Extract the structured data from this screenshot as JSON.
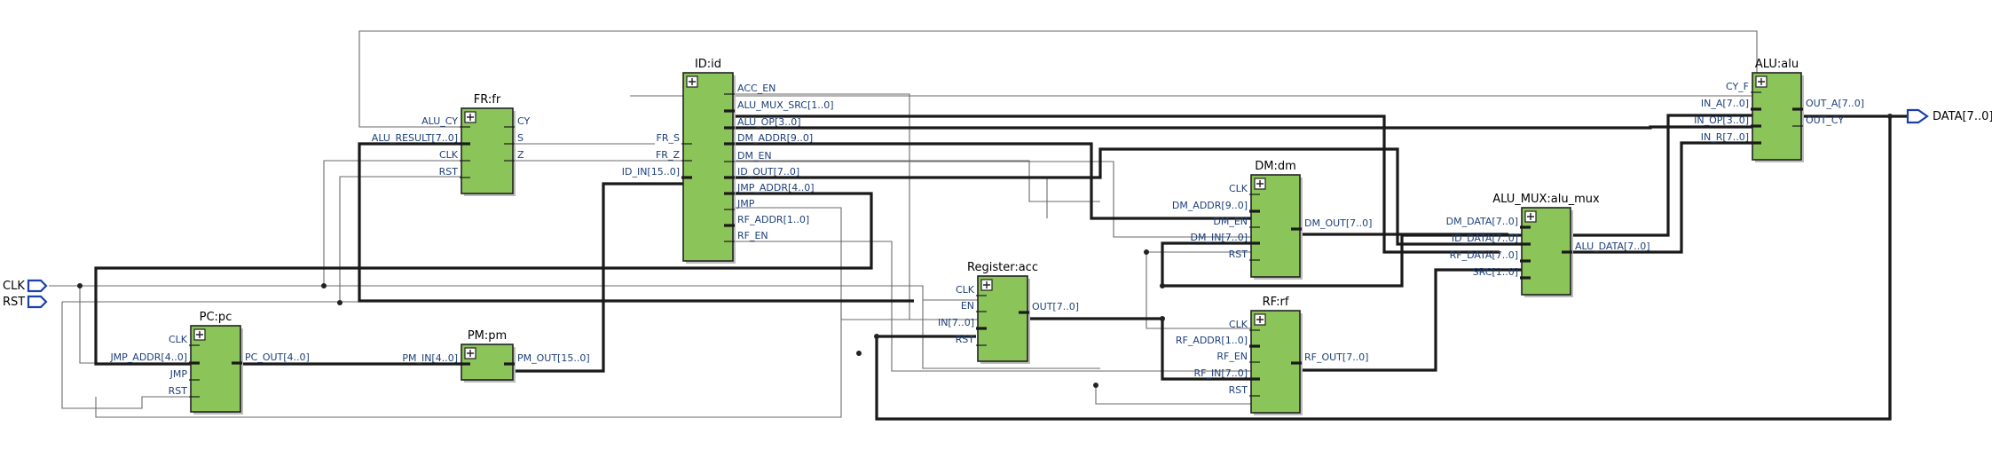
{
  "io": {
    "clk": "CLK",
    "rst": "RST",
    "data": "DATA[7..0]"
  },
  "blocks": {
    "fr": {
      "title": "FR:fr",
      "inputs": [
        "ALU_CY",
        "ALU_RESULT[7..0]",
        "CLK",
        "RST"
      ],
      "outputs": [
        "CY",
        "S",
        "Z"
      ]
    },
    "id": {
      "title": "ID:id",
      "inputs": [
        "FR_S",
        "FR_Z",
        "ID_IN[15..0]"
      ],
      "outputs": [
        "ACC_EN",
        "ALU_MUX_SRC[1..0]",
        "ALU_OP[3..0]",
        "DM_ADDR[9..0]",
        "DM_EN",
        "ID_OUT[7..0]",
        "JMP_ADDR[4..0]",
        "JMP",
        "RF_ADDR[1..0]",
        "RF_EN"
      ]
    },
    "alu": {
      "title": "ALU:alu",
      "inputs": [
        "CY_F",
        "IN_A[7..0]",
        "IN_OP[3..0]",
        "IN_R[7..0]"
      ],
      "outputs": [
        "OUT_A[7..0]",
        "OUT_CY"
      ]
    },
    "dm": {
      "title": "DM:dm",
      "inputs": [
        "CLK",
        "DM_ADDR[9..0]",
        "DM_EN",
        "DM_IN[7..0]",
        "RST"
      ],
      "outputs": [
        "DM_OUT[7..0]"
      ]
    },
    "alumux": {
      "title": "ALU_MUX:alu_mux",
      "inputs": [
        "DM_DATA[7..0]",
        "ID_DATA[7..0]",
        "RF_DATA[7..0]",
        "SRC[1..0]"
      ],
      "outputs": [
        "ALU_DATA[7..0]"
      ]
    },
    "acc": {
      "title": "Register:acc",
      "inputs": [
        "CLK",
        "EN",
        "IN[7..0]",
        "RST"
      ],
      "outputs": [
        "OUT[7..0]"
      ]
    },
    "rf": {
      "title": "RF:rf",
      "inputs": [
        "CLK",
        "RF_ADDR[1..0]",
        "RF_EN",
        "RF_IN[7..0]",
        "RST"
      ],
      "outputs": [
        "RF_OUT[7..0]"
      ]
    },
    "pc": {
      "title": "PC:pc",
      "inputs": [
        "CLK",
        "JMP_ADDR[4..0]",
        "JMP",
        "RST"
      ],
      "outputs": [
        "PC_OUT[4..0]"
      ]
    },
    "pm": {
      "title": "PM:pm",
      "inputs": [
        "PM_IN[4..0]"
      ],
      "outputs": [
        "PM_OUT[15..0]"
      ]
    }
  }
}
